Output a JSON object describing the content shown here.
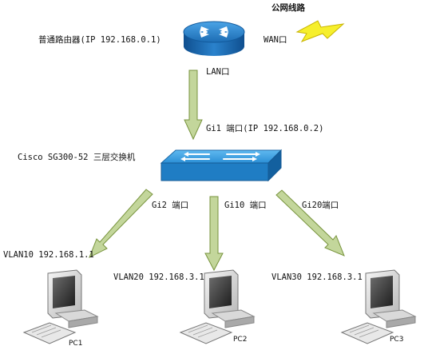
{
  "labels": {
    "public_line": "公网线路",
    "router": "普通路由器(IP 192.168.0.1)",
    "wan": "WAN口",
    "lan": "LAN口",
    "gi1": "Gi1 端口(IP 192.168.0.2)",
    "switch": "Cisco SG300-52 三层交换机",
    "gi2": "Gi2 端口",
    "gi10": "Gi10 端口",
    "gi20": "Gi20端口",
    "vlan10": "VLAN10 192.168.1.1",
    "vlan20": "VLAN20 192.168.3.1",
    "vlan30": "VLAN30 192.168.3.1",
    "pc1": "PC1",
    "pc2": "PC2",
    "pc3": "PC3"
  },
  "colors": {
    "arrow_fill": "#c3d69b",
    "arrow_stroke": "#77933c",
    "router_blue": "#1f6fb0",
    "switch_blue": "#2b8fd6",
    "lightning": "#f6ef2c"
  },
  "icons": {
    "router": "router-icon",
    "switch": "switch-icon",
    "lightning": "lightning-icon",
    "pc": "computer-icon"
  }
}
